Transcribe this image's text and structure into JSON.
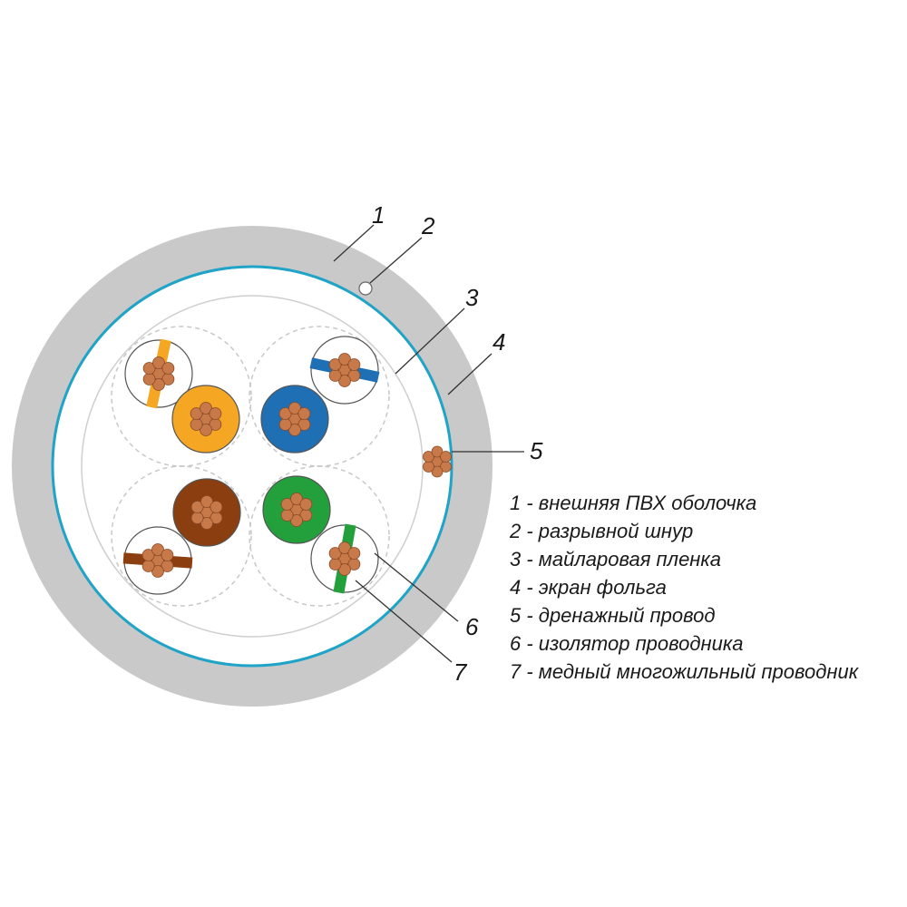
{
  "colors": {
    "jacket": "#c9c9c9",
    "foil_shield": "#1fa3c7",
    "copper": "#c8794a",
    "copper_edge": "#8a4a25",
    "orange": "#f5a623",
    "blue": "#1f6fb5",
    "brown": "#8b3e0f",
    "green": "#23a03c",
    "line": "#333333"
  },
  "callouts": {
    "c1": "1",
    "c2": "2",
    "c3": "3",
    "c4": "4",
    "c5": "5",
    "c6": "6",
    "c7": "7"
  },
  "legend": [
    "1 - внешняя ПВХ оболочка",
    "2 - разрывной шнур",
    "3 - майларовая пленка",
    "4 - экран фольга",
    "5 - дренажный провод",
    "6 - изолятор проводника",
    "7 - медный многожильный проводник"
  ],
  "pairs": [
    {
      "name": "orange",
      "solid": "orange",
      "stripe": "orange"
    },
    {
      "name": "blue",
      "solid": "blue",
      "stripe": "blue"
    },
    {
      "name": "brown",
      "solid": "brown",
      "stripe": "brown"
    },
    {
      "name": "green",
      "solid": "green",
      "stripe": "green"
    }
  ]
}
